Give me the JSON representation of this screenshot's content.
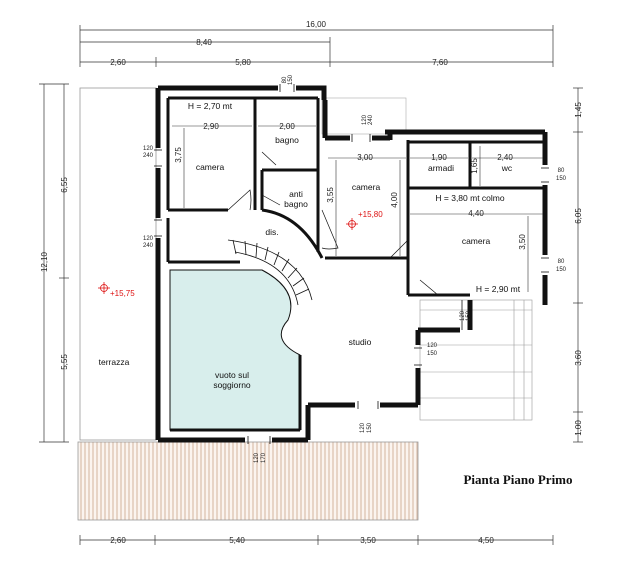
{
  "title": "Pianta Piano Primo",
  "dimensions": {
    "top_total": "16,00",
    "top_mid": "8,40",
    "top_a": "2,60",
    "top_b": "5,80",
    "top_c": "7,60",
    "bottom_a": "2,60",
    "bottom_b": "5,40",
    "bottom_c": "3,50",
    "bottom_d": "4,50",
    "left_total": "12,10",
    "left_upper": "6,55",
    "left_lower": "5,55",
    "right_a": "1,45",
    "right_b": "6,05",
    "right_c": "3,60",
    "right_d": "1,00"
  },
  "rooms": {
    "camera_1": "camera",
    "camera_1_h": "H = 2,70 mt",
    "camera_1_w": "2,90",
    "camera_1_d": "3,75",
    "bagno": "bagno",
    "bagno_w": "2,00",
    "anti_1": "anti",
    "anti_2": "bagno",
    "dis": "dis.",
    "camera_2": "camera",
    "camera_2_w": "3,00",
    "camera_2_d1": "3,55",
    "camera_2_d2": "4,00",
    "camera_2_level": "+15,80",
    "armadi": "armadi",
    "armadi_w": "1,90",
    "armadi_h": "1,65",
    "wc": "wc",
    "wc_w": "2,40",
    "camera_3": "camera",
    "camera_3_h": "H = 3,80 mt  colmo",
    "camera_3_w": "4,40",
    "camera_3_d": "3,50",
    "camera_3_h2": "H = 2,90 mt",
    "studio": "studio",
    "vuoto_1": "vuoto sul",
    "vuoto_2": "soggiorno",
    "terrazza": "terrazza",
    "terrazza_level": "+15,75"
  },
  "openings": {
    "w_top_1": "80",
    "w_top_2": "150",
    "w_left_1a": "120",
    "w_left_1b": "240",
    "w_left_2a": "120",
    "w_left_2b": "240",
    "w_cam2_a": "120",
    "w_cam2_b": "240",
    "w_wc_a": "80",
    "w_wc_b": "150",
    "w_cam3_a": "80",
    "w_cam3_b": "150",
    "w_balc_a": "120",
    "w_balc_b": "150",
    "w_studio_a": "120",
    "w_studio_b": "150",
    "w_south_a": "120",
    "w_south_b": "150",
    "w_vuoto_a": "120",
    "w_vuoto_b": "170"
  },
  "colors": {
    "wall": "#111111",
    "void_fill": "#d8eeec",
    "terrace_hatch": "#c9a38a",
    "level_marker": "#dd1111"
  }
}
